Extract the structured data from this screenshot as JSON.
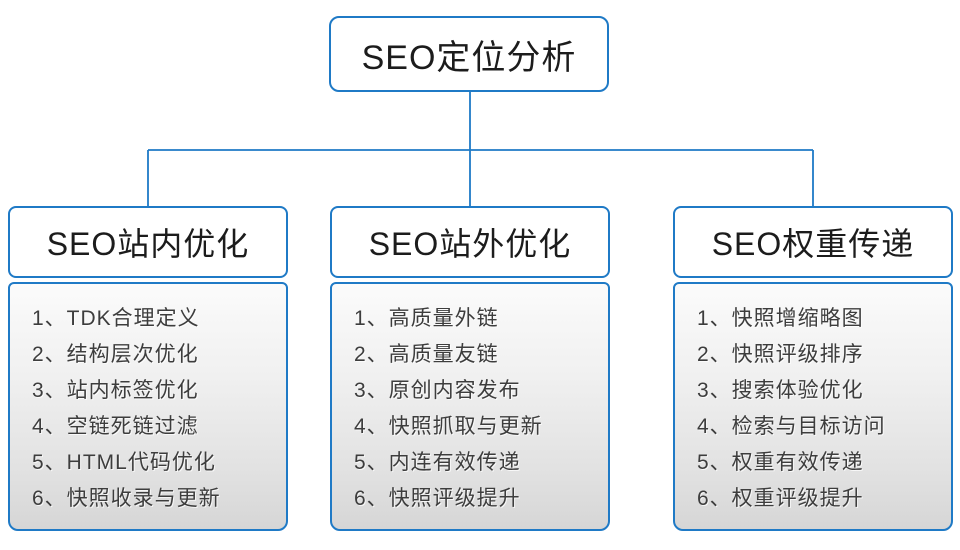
{
  "root": {
    "title": "SEO定位分析"
  },
  "columns": [
    {
      "title": "SEO站内优化",
      "items": [
        "1、TDK合理定义",
        "2、结构层次优化",
        "3、站内标签优化",
        "4、空链死链过滤",
        "5、HTML代码优化",
        "6、快照收录与更新"
      ]
    },
    {
      "title": "SEO站外优化",
      "items": [
        "1、高质量外链",
        "2、高质量友链",
        "3、原创内容发布",
        "4、快照抓取与更新",
        "5、内连有效传递",
        "6、快照评级提升"
      ]
    },
    {
      "title": "SEO权重传递",
      "items": [
        "1、快照增缩略图",
        "2、快照评级排序",
        "3、搜索体验优化",
        "4、检索与目标访问",
        "5、权重有效传递",
        "6、权重评级提升"
      ]
    }
  ],
  "colors": {
    "accent": "#1f7ac6",
    "header_text": "#1c1c1c",
    "item_text": "#3d3d3d",
    "list_bg_top": "#fbfbfb",
    "list_bg_bottom": "#d6d6d6"
  }
}
